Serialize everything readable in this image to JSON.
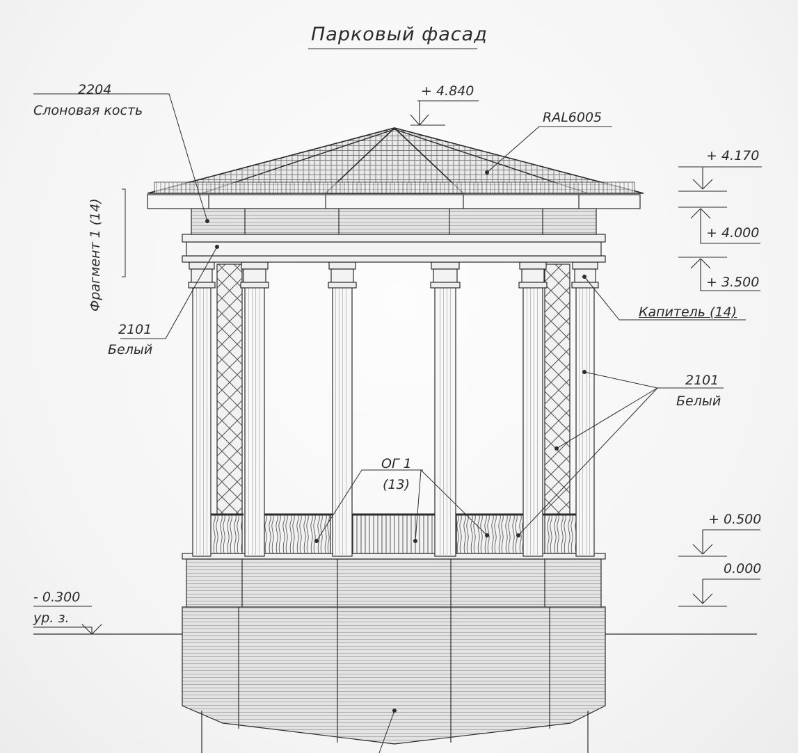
{
  "title": "Парковый фасад",
  "callouts": {
    "ivory_code": "2204",
    "ivory_name": "Слоновая кость",
    "roof_color": "RAL6005",
    "white_left_code": "2101",
    "white_left_name": "Белый",
    "capital": "Капитель (14)",
    "white_right_code": "2101",
    "white_right_name": "Белый",
    "railing_code": "ОГ 1",
    "railing_ref": "(13)",
    "fragment": "Фрагмент 1 (14)"
  },
  "levels": {
    "top": "+ 4.840",
    "eave": "+ 4.170",
    "entablature": "+ 4.000",
    "capital": "+ 3.500",
    "floor": "+ 0.500",
    "zero": "0.000",
    "ground": "- 0.300",
    "ground_label": "ур. з."
  },
  "colors": {
    "line": "#2b2b2b",
    "hatch": "#555555",
    "paper": "#fafafa"
  }
}
